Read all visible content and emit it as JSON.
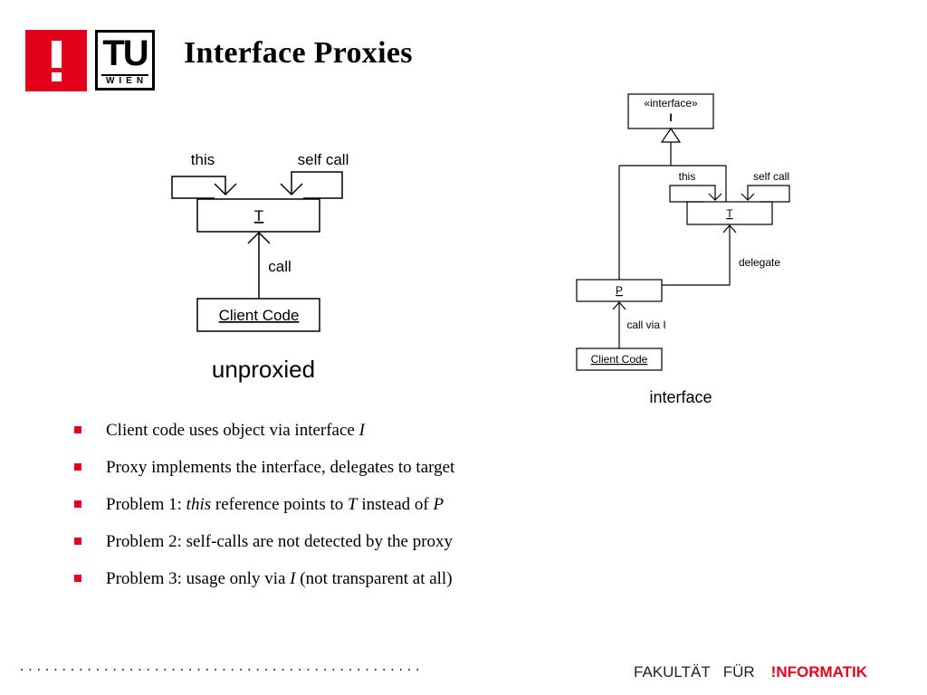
{
  "header": {
    "title": "Interface Proxies",
    "logo_mark": "!",
    "logo_tu": "TU",
    "logo_wien": "WIEN"
  },
  "diagram_left": {
    "this_label": "this",
    "self_call_label": "self call",
    "target_label": "T",
    "call_label": "call",
    "client_label": "Client Code",
    "caption": "unproxied"
  },
  "diagram_right": {
    "interface_stereotype": "«interface»",
    "interface_name": "I",
    "this_label": "this",
    "self_call_label": "self call",
    "target_label": "T",
    "delegate_label": "delegate",
    "proxy_label": "P",
    "call_via_label": "call via I",
    "client_label": "Client Code",
    "caption": "interface"
  },
  "bullets": [
    {
      "parts": [
        {
          "text": "Client code uses object via interface ",
          "italic": false
        },
        {
          "text": "I",
          "italic": true
        }
      ]
    },
    {
      "parts": [
        {
          "text": "Proxy implements the interface, delegates to target",
          "italic": false
        }
      ]
    },
    {
      "parts": [
        {
          "text": "Problem 1: ",
          "italic": false
        },
        {
          "text": "this",
          "italic": true
        },
        {
          "text": " reference points to ",
          "italic": false
        },
        {
          "text": "T",
          "italic": true
        },
        {
          "text": " instead of ",
          "italic": false
        },
        {
          "text": "P",
          "italic": true
        }
      ]
    },
    {
      "parts": [
        {
          "text": "Problem 2: self-calls are not detected by the proxy",
          "italic": false
        }
      ]
    },
    {
      "parts": [
        {
          "text": "Problem 3: usage only via ",
          "italic": false
        },
        {
          "text": "I",
          "italic": true
        },
        {
          "text": " (not transparent at all)",
          "italic": false
        }
      ]
    }
  ],
  "footer": {
    "dots": "................................................",
    "faculty": "FAKULTÄT",
    "fuer": "FÜR",
    "informatik": "!NFORMATIK"
  },
  "colors": {
    "accent": "#e2001a"
  }
}
